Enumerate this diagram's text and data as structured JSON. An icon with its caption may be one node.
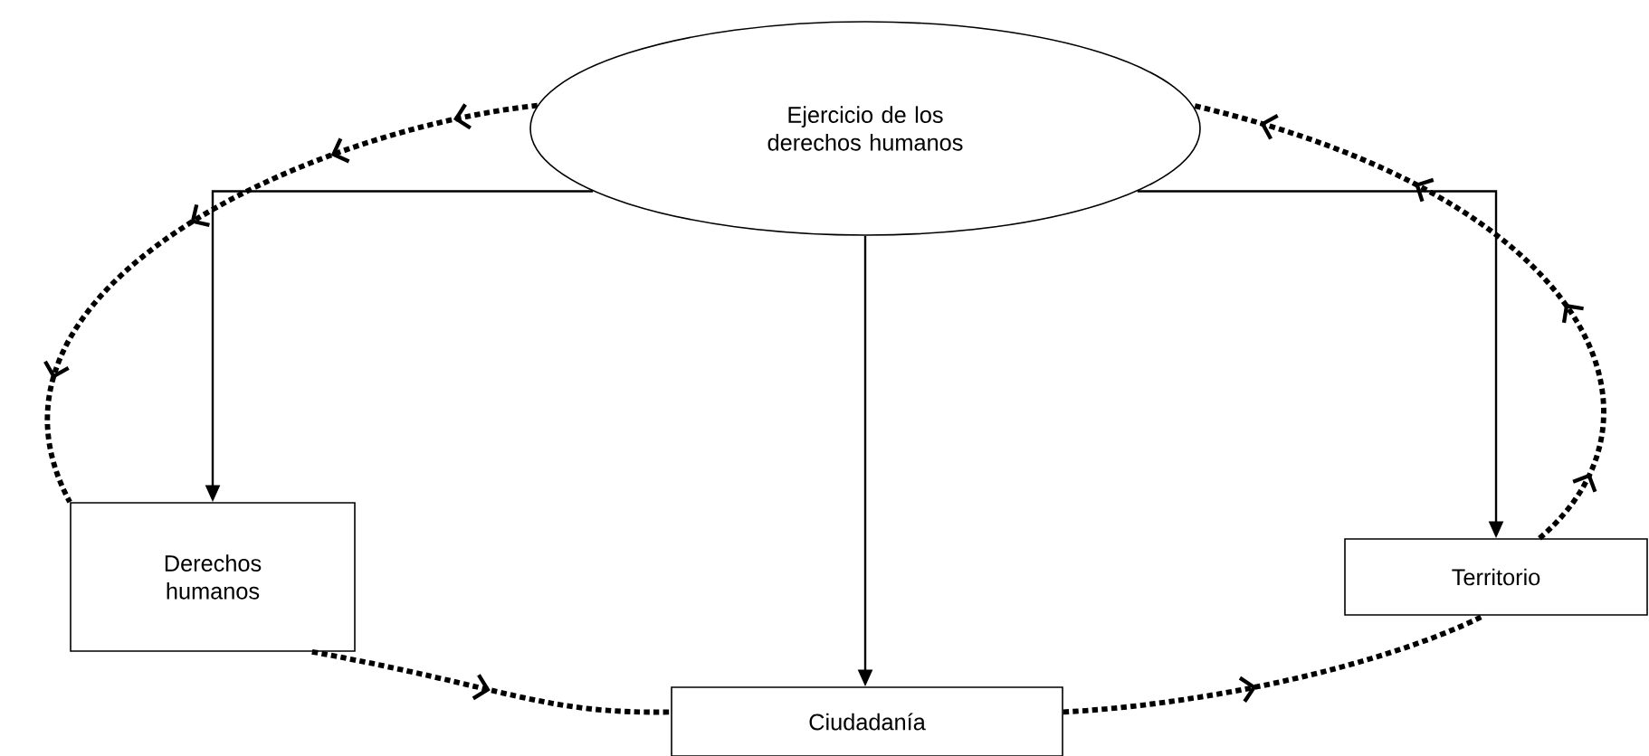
{
  "diagram": {
    "nodes": [
      {
        "text": [
          "Ejercicio de los derechos humanos"
        ]
      },
      {
        "text": [
          "Derechos humanos"
        ]
      },
      {
        "text": [
          "Ciudadanía"
        ]
      },
      {
        "text": [
          "Territorio"
        ]
      }
    ],
    "edges": [
      {
        "from": 0,
        "to": 1,
        "arrow": "to"
      },
      {
        "from": 0,
        "to": 2,
        "arrow": "to"
      },
      {
        "from": 0,
        "to": 3,
        "arrow": "to"
      },
      {
        "from": 0,
        "to": 1,
        "arrow": "to",
        "style": "dashed"
      },
      {
        "from": 1,
        "to": 2,
        "arrow": "to",
        "style": "dashed"
      },
      {
        "from": 2,
        "to": 3,
        "arrow": "to",
        "style": "dashed"
      },
      {
        "from": 3,
        "to": 0,
        "arrow": "to",
        "style": "dashed"
      }
    ]
  }
}
